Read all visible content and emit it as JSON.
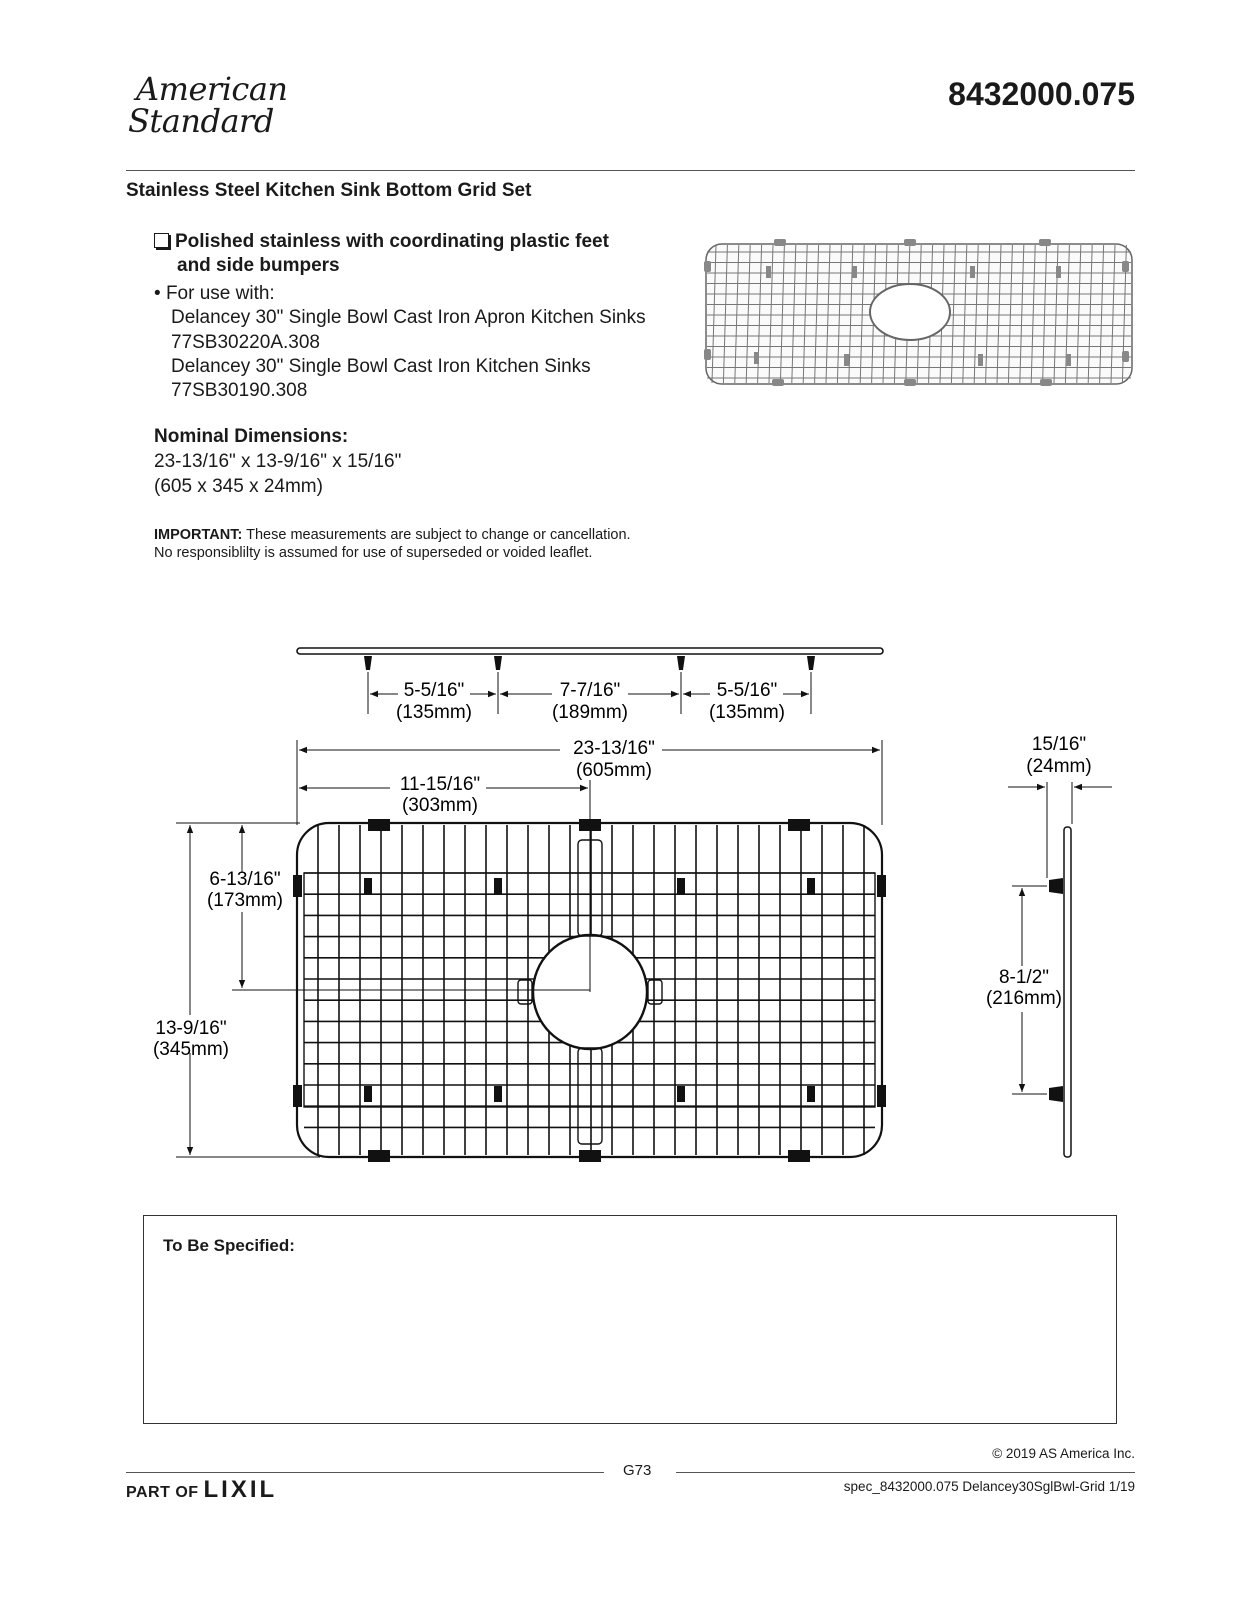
{
  "header": {
    "brand_line1": "American",
    "brand_line2": "Standard",
    "model_number": "8432000.075"
  },
  "product": {
    "title": "Stainless Steel Kitchen Sink Bottom Grid Set",
    "feature_line1": "Polished stainless with coordinating plastic feet",
    "feature_line2": "and side bumpers",
    "use_with_label": "For use with:",
    "compatible": [
      "Delancey 30\" Single Bowl Cast Iron Apron Kitchen Sinks",
      "77SB30220A.308",
      "Delancey 30\" Single Bowl Cast Iron Kitchen Sinks",
      "77SB30190.308"
    ]
  },
  "dimensions": {
    "heading": "Nominal Dimensions:",
    "imperial": "23-13/16\" x 13-9/16\" x 15/16\"",
    "metric": "(605 x 345 x 24mm)"
  },
  "notice": {
    "label": "IMPORTANT:",
    "line1_rest": " These measurements are subject to change or cancellation.",
    "line2": "No responsiblilty is assumed for use of superseded or voided leaflet."
  },
  "drawing": {
    "foot_spacing_left": "5-5/16\"",
    "foot_spacing_left_mm": "(135mm)",
    "foot_spacing_mid": "7-7/16\"",
    "foot_spacing_mid_mm": "(189mm)",
    "foot_spacing_right": "5-5/16\"",
    "foot_spacing_right_mm": "(135mm)",
    "overall_width": "23-13/16\"",
    "overall_width_mm": "(605mm)",
    "center_offset": "11-15/16\"",
    "center_offset_mm": "(303mm)",
    "drain_offset_v": "6-13/16\"",
    "drain_offset_v_mm": "(173mm)",
    "overall_depth": "13-9/16\"",
    "overall_depth_mm": "(345mm)",
    "thickness": "15/16\"",
    "thickness_mm": "(24mm)",
    "side_foot_spacing": "8-1/2\"",
    "side_foot_spacing_mm": "(216mm)"
  },
  "spec_box": {
    "label": "To Be Specified:"
  },
  "footer": {
    "copyright": "© 2019 AS America Inc.",
    "page": "G73",
    "spec_ref": "spec_8432000.075 Delancey30SglBwl-Grid 1/19",
    "part_of": "PART OF",
    "lixil": "LIXIL"
  }
}
